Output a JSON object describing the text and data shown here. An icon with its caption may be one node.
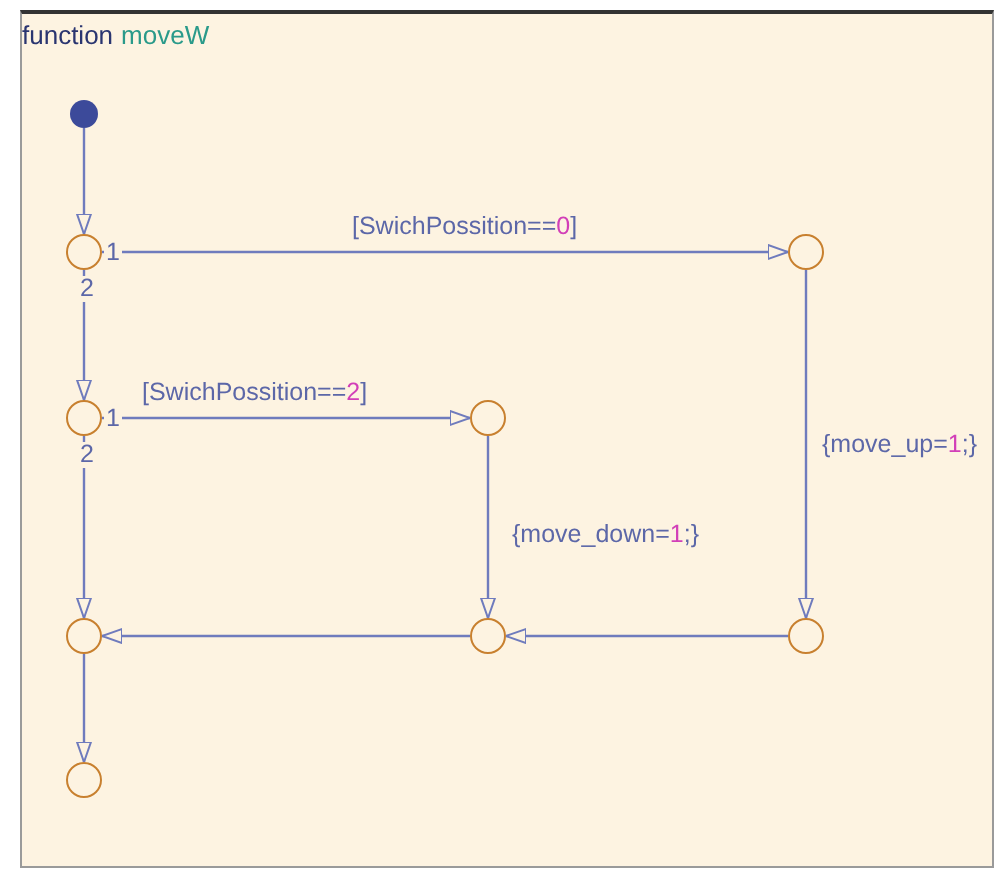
{
  "diagram": {
    "nodes": [
      {
        "text": [
          "function",
          "moveW"
        ]
      },
      {
        "text": [],
        "shape": "circle",
        "in": 0
      },
      {
        "text": [],
        "shape": "circle",
        "in": 0
      },
      {
        "text": [],
        "shape": "circle",
        "in": 0
      },
      {
        "text": [],
        "shape": "circle",
        "in": 0
      },
      {
        "text": [],
        "shape": "circle",
        "in": 0
      },
      {
        "text": [],
        "shape": "circle",
        "in": 0
      },
      {
        "text": [],
        "shape": "circle",
        "in": 0
      },
      {
        "text": [],
        "shape": "circle",
        "in": 0
      },
      {
        "text": [],
        "shape": "circle",
        "in": 0
      }
    ],
    "edges": [
      {
        "from": 1,
        "to": 2,
        "arrow": "to"
      },
      {
        "from": 2,
        "to": 4,
        "arrow": "to",
        "label": "[SwichPossition==0]"
      },
      {
        "from": 2,
        "to": 3,
        "arrow": "to"
      },
      {
        "from": 3,
        "to": 5,
        "arrow": "to",
        "label": "[SwichPossition==2]"
      },
      {
        "from": 3,
        "to": 6,
        "arrow": "to"
      },
      {
        "from": 5,
        "to": 7,
        "arrow": "to",
        "label": "{move_down=1;}"
      },
      {
        "from": 4,
        "to": 8,
        "arrow": "to",
        "label": "{move_up=1;}"
      },
      {
        "from": 8,
        "to": 7,
        "arrow": "to"
      },
      {
        "from": 7,
        "to": 6,
        "arrow": "to"
      },
      {
        "from": 6,
        "to": 9,
        "arrow": "to"
      }
    ],
    "labels": [
      "1",
      "2",
      "1",
      "2"
    ]
  }
}
